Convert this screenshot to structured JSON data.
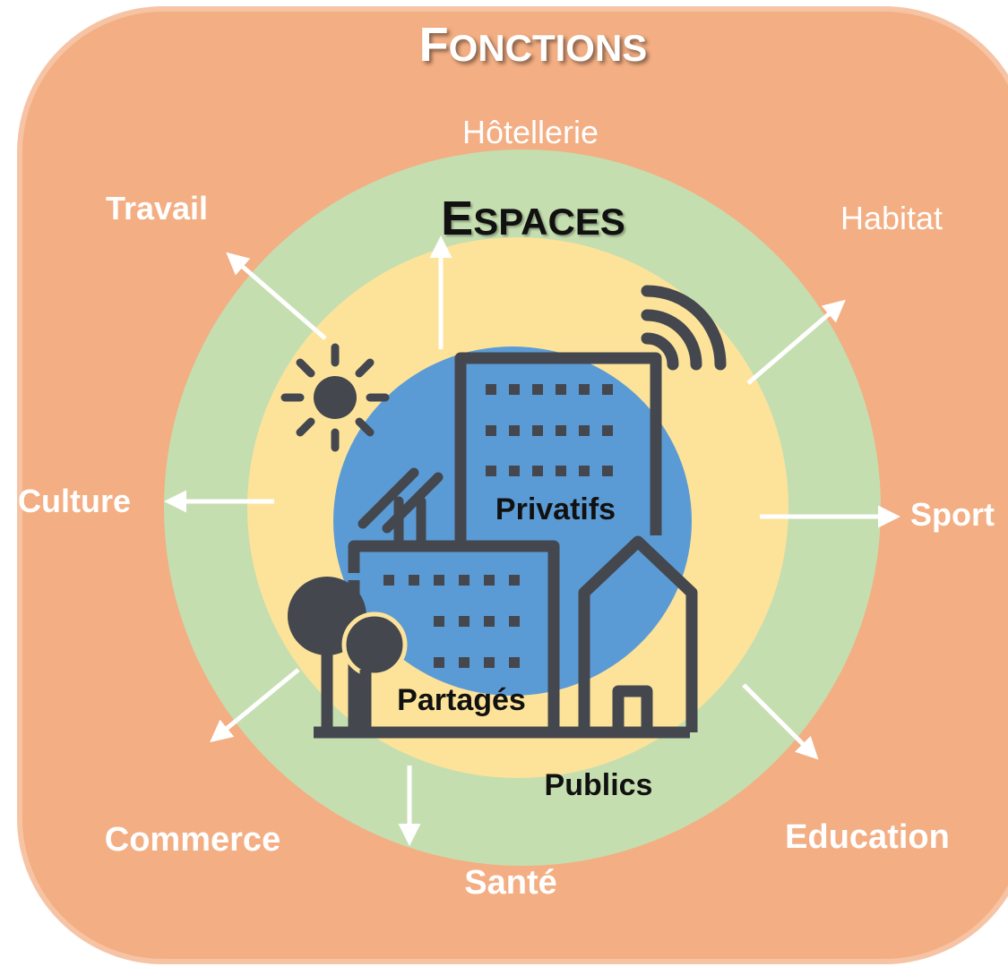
{
  "diagram": {
    "title_first": "F",
    "title_rest": "ONCTIONS",
    "subtitle_first": "E",
    "subtitle_rest": "SPACES",
    "functions": {
      "hotellerie": "Hôtellerie",
      "travail": "Travail",
      "habitat": "Habitat",
      "culture": "Culture",
      "sport": "Sport",
      "commerce": "Commerce",
      "education": "Education",
      "sante": "Santé"
    },
    "spaces": {
      "privatifs": "Privatifs",
      "partages": "Partagés",
      "publics": "Publics"
    },
    "colors": {
      "outer_box": "#f3ae83",
      "outer_border": "#f6c4a4",
      "green_ring": "#c5deb0",
      "yellow_ring": "#fde39a",
      "blue_core": "#5b9bd5",
      "icon": "#44474d",
      "arrow": "#ffffff"
    },
    "icons": [
      "sun-icon",
      "building-icon",
      "solar-panel-icon",
      "wifi-signal-icon",
      "tree-icon",
      "house-icon"
    ]
  }
}
